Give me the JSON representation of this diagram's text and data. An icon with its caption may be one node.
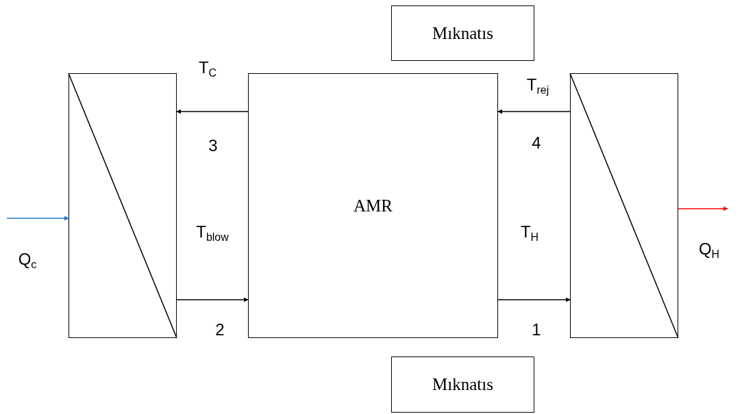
{
  "diagram": {
    "nodes": [
      {
        "text": [
          "Mıknatıs"
        ]
      },
      {
        "text": [],
        "shape": "box"
      },
      {
        "text": [
          "AMR"
        ]
      },
      {
        "text": [],
        "shape": "box"
      },
      {
        "text": [
          "Mıknatıs"
        ]
      }
    ],
    "edges": [
      {
        "from": 2,
        "to": 1,
        "arrow": "to"
      },
      {
        "from": 1,
        "to": 2,
        "arrow": "to"
      },
      {
        "from": 3,
        "to": 2,
        "arrow": "to"
      },
      {
        "from": 2,
        "to": 3,
        "arrow": "to"
      },
      {
        "from": null,
        "to": 1,
        "arrow": "to",
        "color": "#1f77c4"
      },
      {
        "from": 3,
        "to": null,
        "arrow": "to",
        "color": "#ff0000"
      }
    ],
    "labels": [
      "T$_{C}$",
      "T$_{rej}$",
      "3",
      "4",
      "T$_{blow}$",
      "T$_{H}$",
      "Q$_{c}$",
      "Q$_{H}$",
      "2",
      "1"
    ]
  }
}
